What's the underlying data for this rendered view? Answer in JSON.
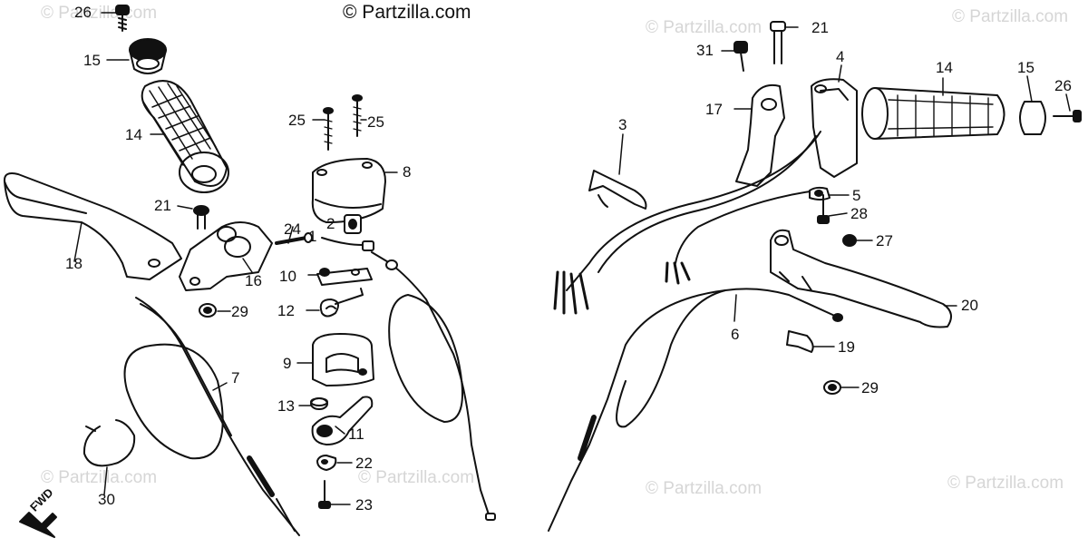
{
  "copyright": "© Partzilla.com",
  "watermarks": [
    "© Partzilla.com",
    "© Partzilla.com",
    "© Partzilla.com",
    "© Partzilla.com",
    "© Partzilla.com",
    "© Partzilla.com"
  ],
  "fwd_label": "FWD",
  "callouts": {
    "c26a": "26",
    "c15a": "15",
    "c14a": "14",
    "c21a": "21",
    "c18": "18",
    "c24": "24",
    "c16": "16",
    "c29a": "29",
    "c7": "7",
    "c30": "30",
    "c25a": "25",
    "c25b": "25",
    "c8": "8",
    "c2": "2",
    "c1": "1",
    "c10": "10",
    "c12": "12",
    "c9": "9",
    "c13": "13",
    "c11": "11",
    "c22": "22",
    "c23": "23",
    "c31": "31",
    "c21b": "21",
    "c4": "4",
    "c14b": "14",
    "c15b": "15",
    "c26b": "26",
    "c3": "3",
    "c17": "17",
    "c5": "5",
    "c28": "28",
    "c27": "27",
    "c20": "20",
    "c6": "6",
    "c19": "19",
    "c29b": "29"
  }
}
